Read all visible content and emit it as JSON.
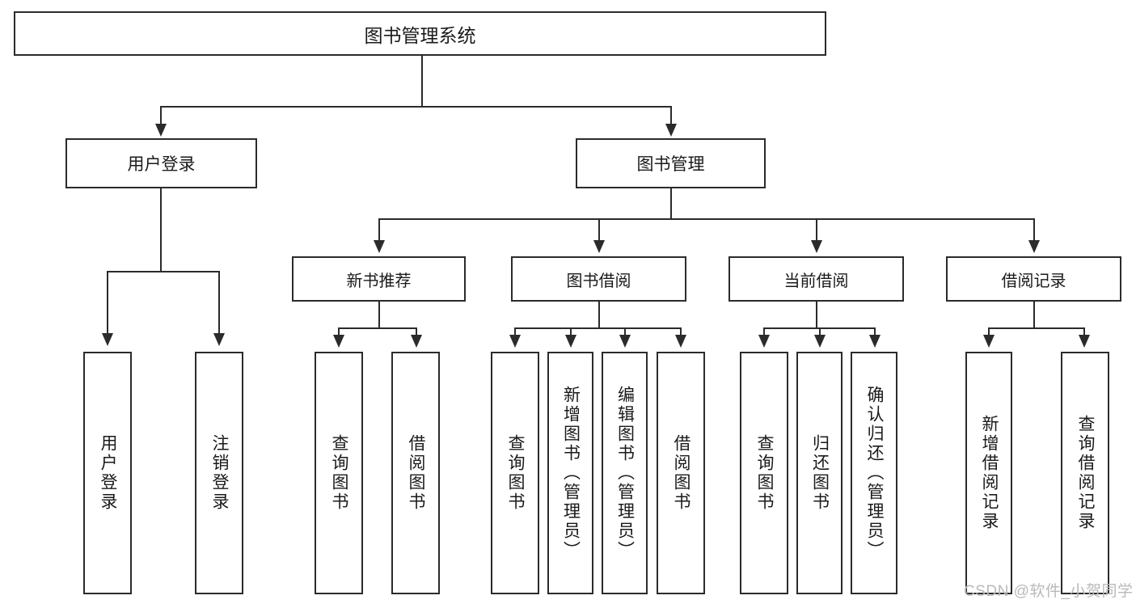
{
  "diagram": {
    "title": "图书管理系统",
    "type": "tree",
    "root": {
      "label": "图书管理系统"
    },
    "level1": [
      {
        "label": "用户登录"
      },
      {
        "label": "图书管理"
      }
    ],
    "level2": [
      {
        "label": "新书推荐",
        "parent": "图书管理"
      },
      {
        "label": "图书借阅",
        "parent": "图书管理"
      },
      {
        "label": "当前借阅",
        "parent": "图书管理"
      },
      {
        "label": "借阅记录",
        "parent": "图书管理"
      }
    ],
    "leaves": [
      {
        "label": "用户登录",
        "parent": "用户登录"
      },
      {
        "label": "注销登录",
        "parent": "用户登录"
      },
      {
        "label": "查询图书",
        "parent": "新书推荐"
      },
      {
        "label": "借阅图书",
        "parent": "新书推荐"
      },
      {
        "label": "查询图书",
        "parent": "图书借阅"
      },
      {
        "label": "新增图书（管理员）",
        "parent": "图书借阅"
      },
      {
        "label": "编辑图书（管理员）",
        "parent": "图书借阅"
      },
      {
        "label": "借阅图书",
        "parent": "图书借阅"
      },
      {
        "label": "查询图书",
        "parent": "当前借阅"
      },
      {
        "label": "归还图书",
        "parent": "当前借阅"
      },
      {
        "label": "确认归还（管理员）",
        "parent": "当前借阅"
      },
      {
        "label": "新增借阅记录",
        "parent": "借阅记录"
      },
      {
        "label": "查询借阅记录",
        "parent": "借阅记录"
      }
    ]
  },
  "watermark": {
    "text": "CSDN @软件_小贺同学"
  },
  "colors": {
    "stroke": "#2b2b2b",
    "background": "#ffffff",
    "text": "#1a1a1a",
    "watermark": "#b9b9b9"
  }
}
